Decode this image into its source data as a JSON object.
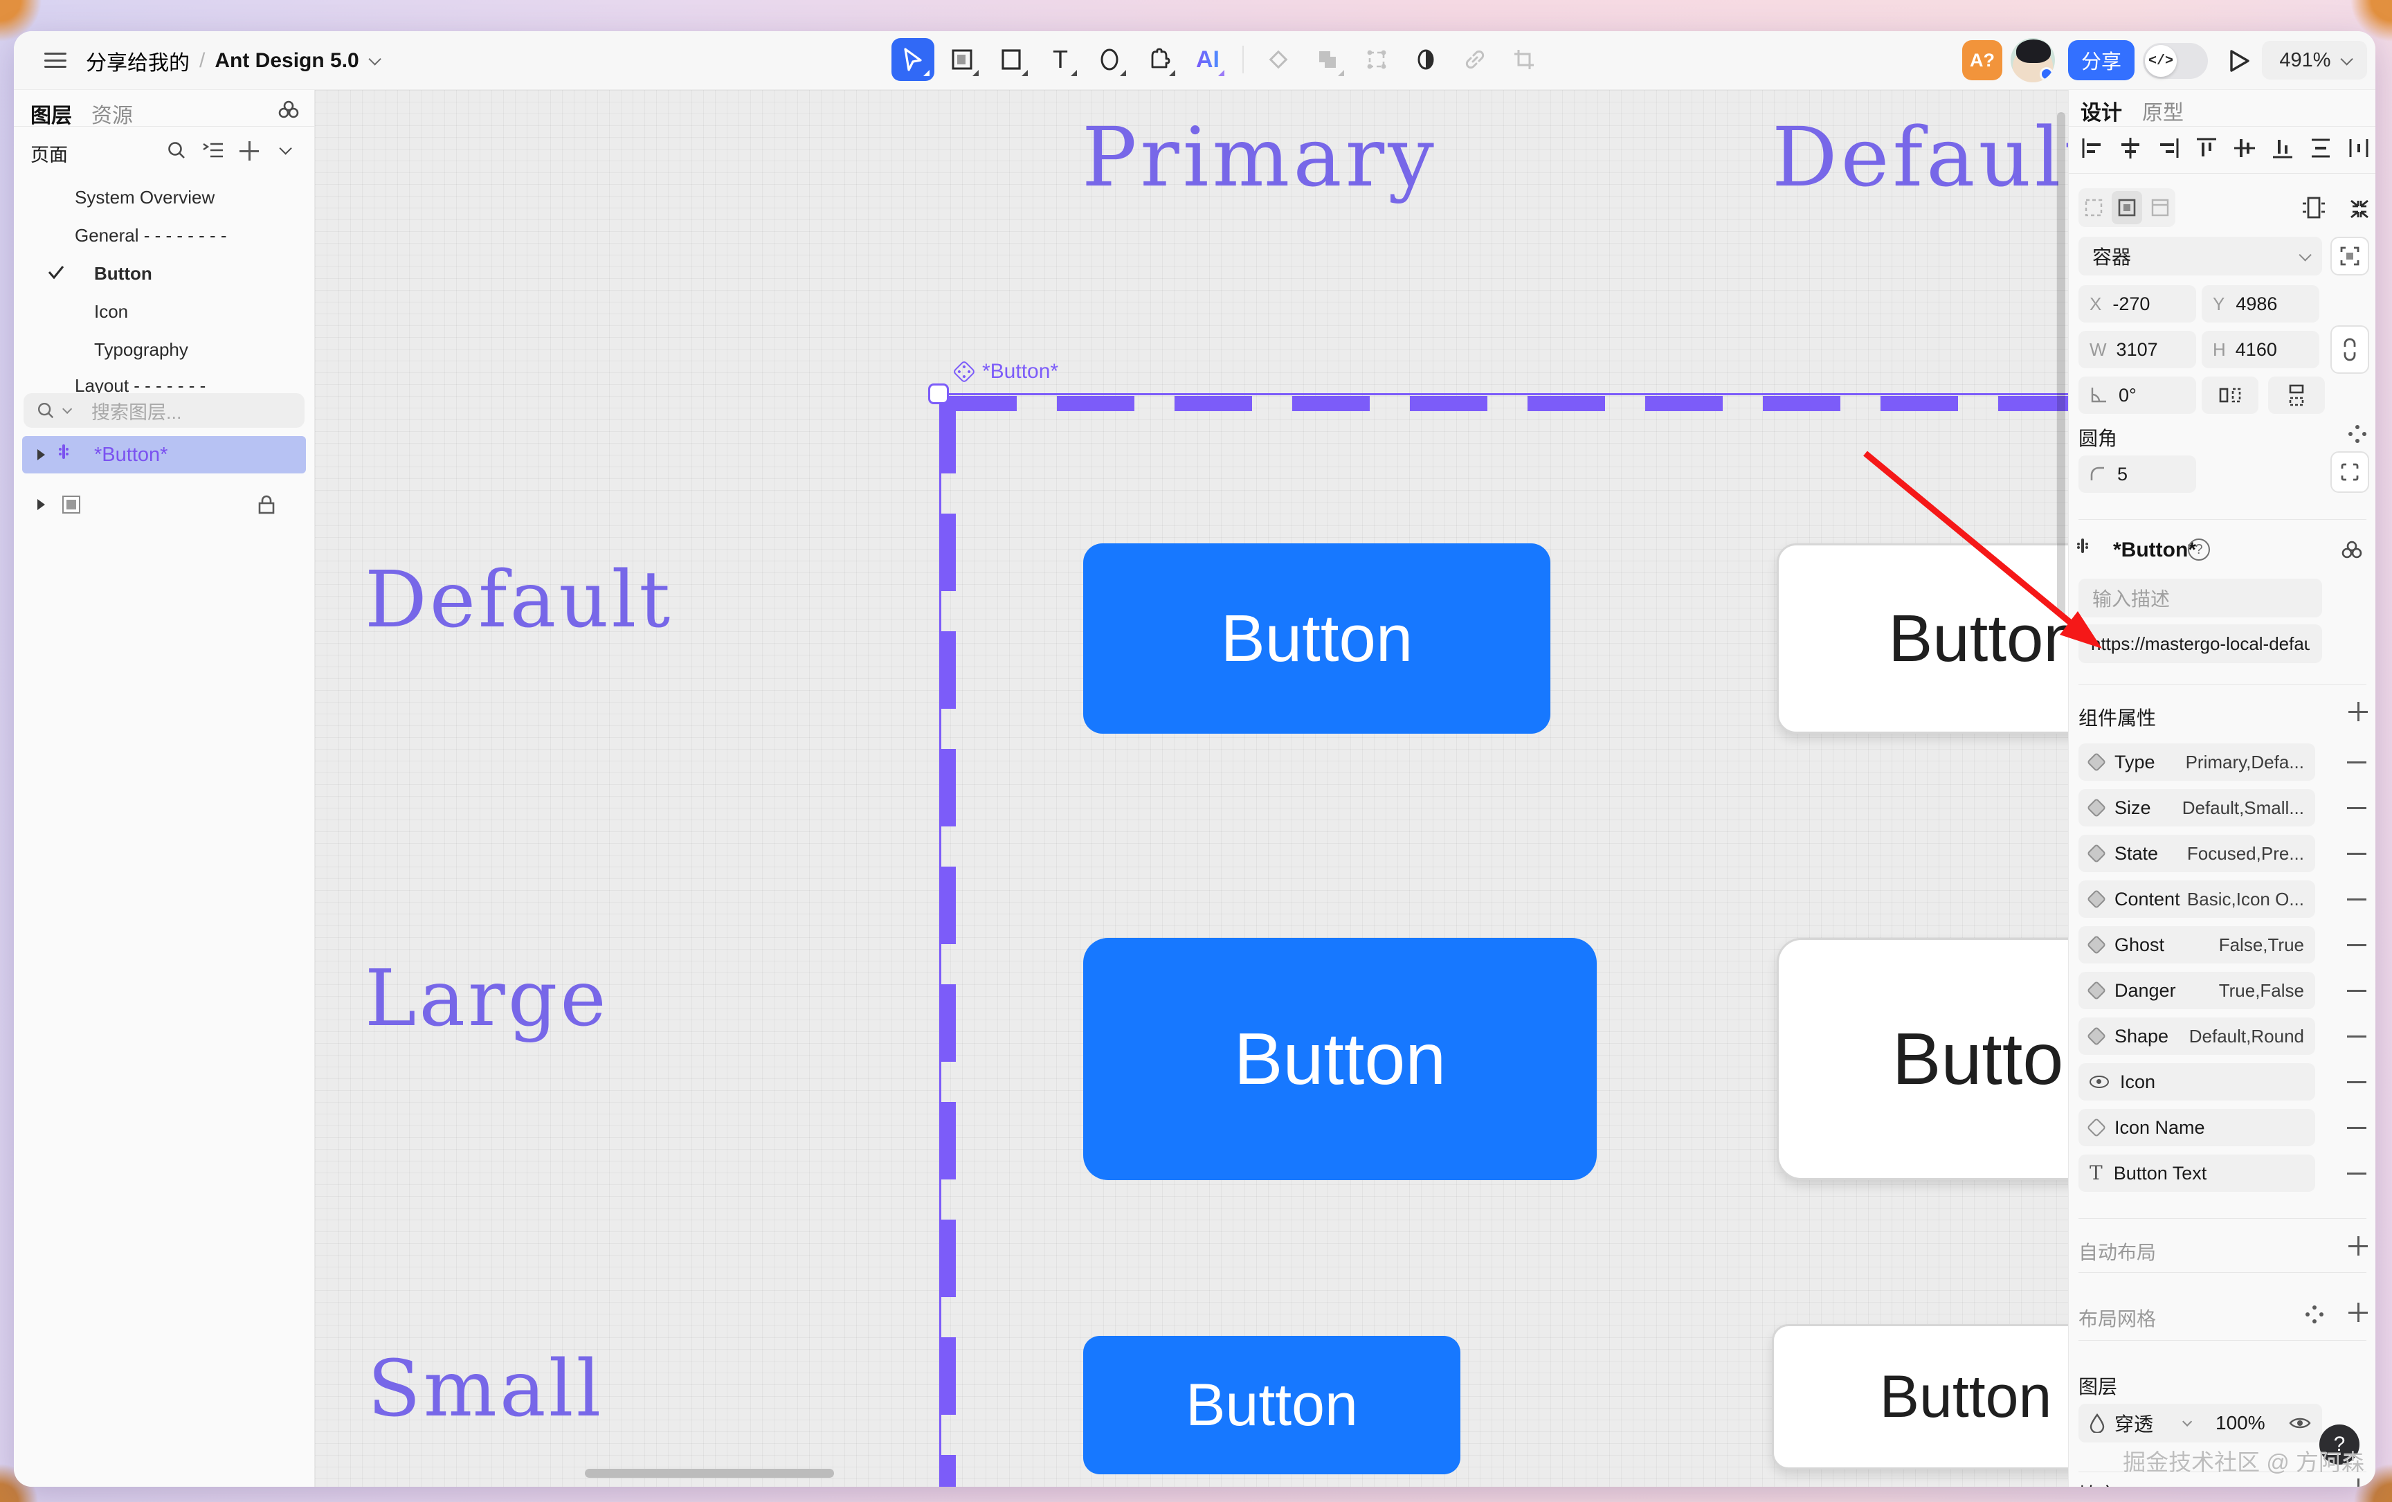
{
  "glyphs": {
    "text_tool": "T",
    "ai": "AI",
    "assistant": "A?",
    "dev_toggle": "</>",
    "help": "?"
  },
  "topbar": {
    "breadcrumb": {
      "folder": "分享给我的",
      "separator": "/",
      "file": "Ant Design 5.0"
    },
    "share_label": "分享",
    "zoom_level": "491%"
  },
  "sidebar": {
    "tabs": {
      "layers": "图层",
      "assets": "资源"
    },
    "pages": {
      "title": "页面",
      "items": [
        {
          "label": "System Overview"
        },
        {
          "label": "General - - - - - - - -"
        },
        {
          "label": "Button",
          "checked": true
        },
        {
          "label": "Icon"
        },
        {
          "label": "Typography"
        },
        {
          "label": "Layout - - - - - - -"
        }
      ]
    },
    "search_placeholder": "搜索图层...",
    "layers": [
      {
        "name": "*Button*",
        "selected": true,
        "type": "component"
      },
      {
        "name": "",
        "locked": true,
        "type": "frame"
      }
    ]
  },
  "canvas": {
    "column_headers": [
      "Primary",
      "Default"
    ],
    "row_labels": [
      "Default",
      "Large",
      "Small"
    ],
    "selection_label": "*Button*",
    "button_label": "Button"
  },
  "panel": {
    "tabs": {
      "design": "设计",
      "prototype": "原型"
    },
    "container": "容器",
    "x_label": "X",
    "x": "-270",
    "y_label": "Y",
    "y": "4986",
    "w_label": "W",
    "w": "3107",
    "h_label": "H",
    "h": "4160",
    "rotation": "0°",
    "radius_title": "圆角",
    "radius": "5",
    "component": {
      "name": "*Button*",
      "desc_placeholder": "输入描述",
      "link": "https://mastergo-local-default..."
    },
    "properties": {
      "title": "组件属性",
      "rows": [
        {
          "icon": "diamond-filled",
          "label": "Type",
          "value": "Primary,Defa..."
        },
        {
          "icon": "diamond-filled",
          "label": "Size",
          "value": "Default,Small..."
        },
        {
          "icon": "diamond-filled",
          "label": "State",
          "value": "Focused,Pre..."
        },
        {
          "icon": "diamond-filled",
          "label": "Content",
          "value": "Basic,Icon O..."
        },
        {
          "icon": "diamond-filled",
          "label": "Ghost",
          "value": "False,True"
        },
        {
          "icon": "diamond-filled",
          "label": "Danger",
          "value": "True,False"
        },
        {
          "icon": "diamond-filled",
          "label": "Shape",
          "value": "Default,Round"
        },
        {
          "icon": "eye",
          "label": "Icon",
          "value": ""
        },
        {
          "icon": "diamond-outline",
          "label": "Icon Name",
          "value": ""
        },
        {
          "icon": "text",
          "icon_glyph": "T",
          "label": "Button Text",
          "value": ""
        }
      ]
    },
    "auto_layout_title": "自动布局",
    "grid_title": "布局网格",
    "layer_title": "图层",
    "blend_mode": "穿透",
    "opacity": "100%",
    "fill_title": "填充"
  },
  "watermark": "掘金技术社区 @ 方阿森",
  "colors": {
    "accent_purple": "#7C5CF9",
    "canvas_purple": "#7767E8",
    "button_blue": "#1778FF",
    "ui_blue": "#3370FF",
    "selected_row_bg": "#B7C2F3",
    "badge_orange": "#F2943B",
    "arrow_red": "#F51818"
  }
}
